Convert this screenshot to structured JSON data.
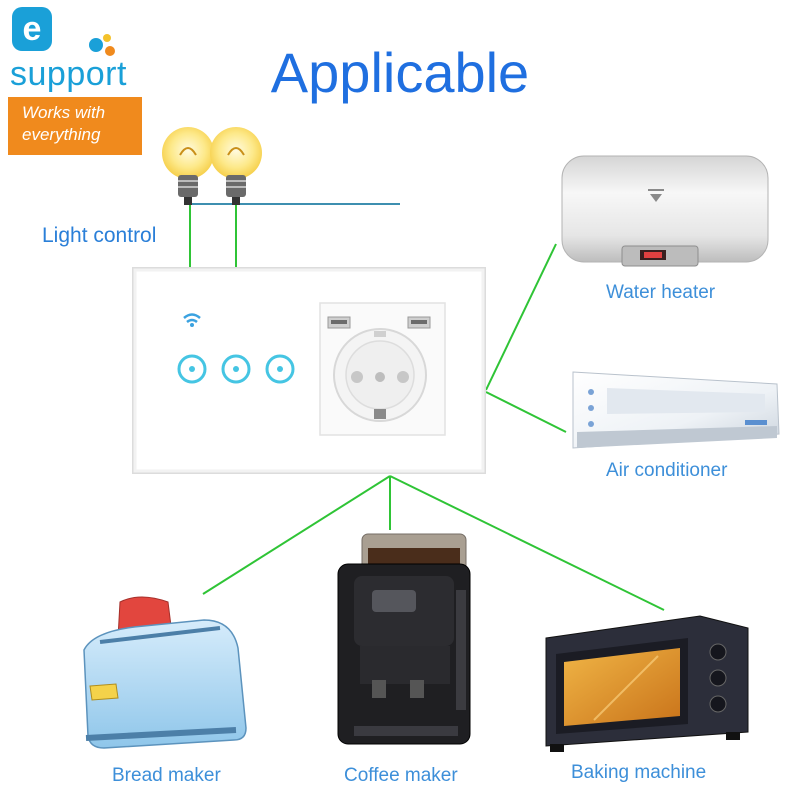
{
  "logo": {
    "icon_letter": "e",
    "wordmark": "support",
    "tagline_line1": "Works with",
    "tagline_line2": "everything",
    "colors": {
      "primary": "#1aa0d8",
      "badge": "#f08a1d"
    }
  },
  "headline": "Applicable",
  "labels": {
    "light_control": "Light control",
    "water_heater": "Water heater",
    "air_conditioner": "Air conditioner",
    "bread_maker": "Bread maker",
    "coffee_maker": "Coffee maker",
    "baking_machine": "Baking machine"
  },
  "switch_panel": {
    "touch_buttons": 3,
    "usb_ports": 2,
    "socket_type": "Schuko",
    "wifi_indicator": "wifi-icon",
    "button_ring_color": "#45c5e3"
  },
  "colors": {
    "headline": "#1f6fe0",
    "labels": "#3d8fd9",
    "connector_lines": "#2fc436",
    "bulb_wire": "#3d8fb0"
  }
}
